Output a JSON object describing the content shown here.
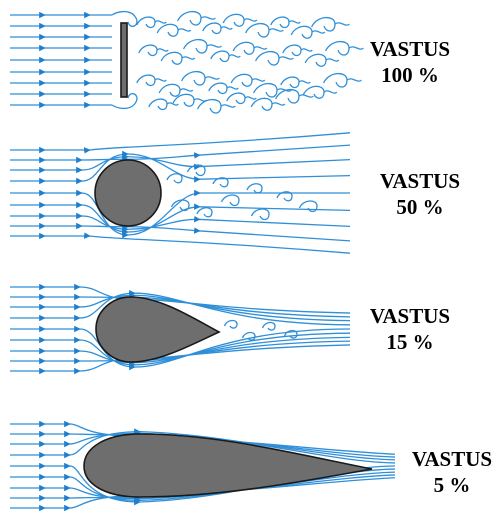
{
  "colors": {
    "streamline": "#2f8fd8",
    "arrow": "#1f7fcf",
    "body_fill": "#6e6e6e",
    "body_stroke": "#1a1a1a",
    "background": "#ffffff"
  },
  "panels": [
    {
      "shape": "flat-plate",
      "word": "VASTUS",
      "value": "100 %"
    },
    {
      "shape": "cylinder",
      "word": "VASTUS",
      "value": "50 %"
    },
    {
      "shape": "teardrop",
      "word": "VASTUS",
      "value": "15 %"
    },
    {
      "shape": "streamlined-body",
      "word": "VASTUS",
      "value": "5 %"
    }
  ]
}
